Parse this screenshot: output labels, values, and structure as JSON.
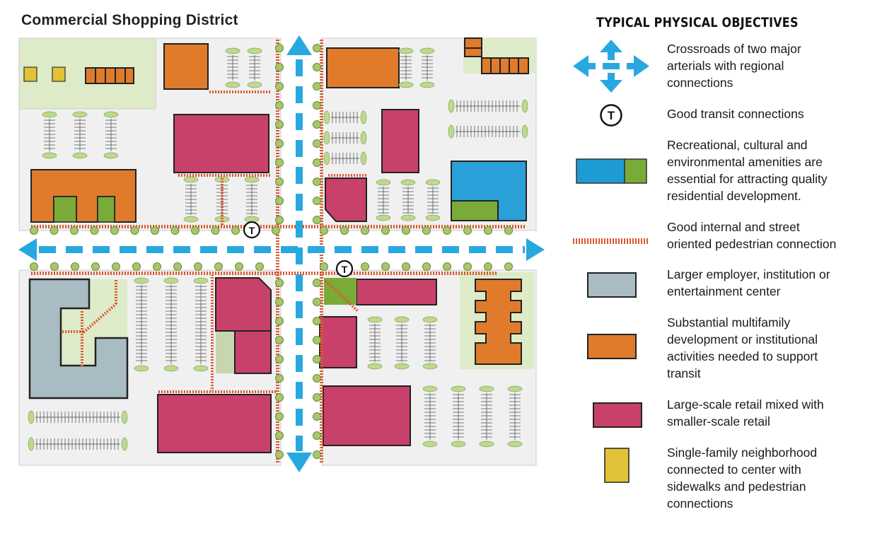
{
  "title": "Commercial Shopping District",
  "legend_heading": "TYPICAL PHYSICAL OBJECTIVES",
  "transit_marker": "T",
  "colors": {
    "arterial_blue": "#29a8e0",
    "recreation_green": "#7aaa38",
    "employer_gray": "#a9bcc4",
    "multifamily_orange": "#e07b2c",
    "retail_pink": "#c8416b",
    "single_family_yellow": "#e0c337",
    "pedestrian_red": "#d9582e",
    "parking_green": "#bcd98c",
    "block_gray": "#f0f0f0",
    "open_space": "#deebc8"
  },
  "legend": [
    {
      "icon": "crossroads-arrows-icon",
      "text": "Crossroads of two major\narterials with regional\nconnections"
    },
    {
      "icon": "transit-icon",
      "text": "Good transit connections"
    },
    {
      "icon": "recreation-swatch",
      "text": "Recreational, cultural and\nenvironmental amenities are\nessential for attracting quality\nresidential development."
    },
    {
      "icon": "pedestrian-line-icon",
      "text": "Good internal and street\noriented pedestrian connection"
    },
    {
      "icon": "employer-swatch",
      "text": "Larger employer, institution or\nentertainment center"
    },
    {
      "icon": "multifamily-swatch",
      "text": "Substantial multifamily\ndevelopment or institutional\nactivities needed to support\ntransit"
    },
    {
      "icon": "retail-swatch",
      "text": "Large-scale retail mixed with\nsmaller-scale retail"
    },
    {
      "icon": "single-family-swatch",
      "text": "Single-family neighborhood\nconnected to center with\nsidewalks and pedestrian\nconnections"
    }
  ]
}
